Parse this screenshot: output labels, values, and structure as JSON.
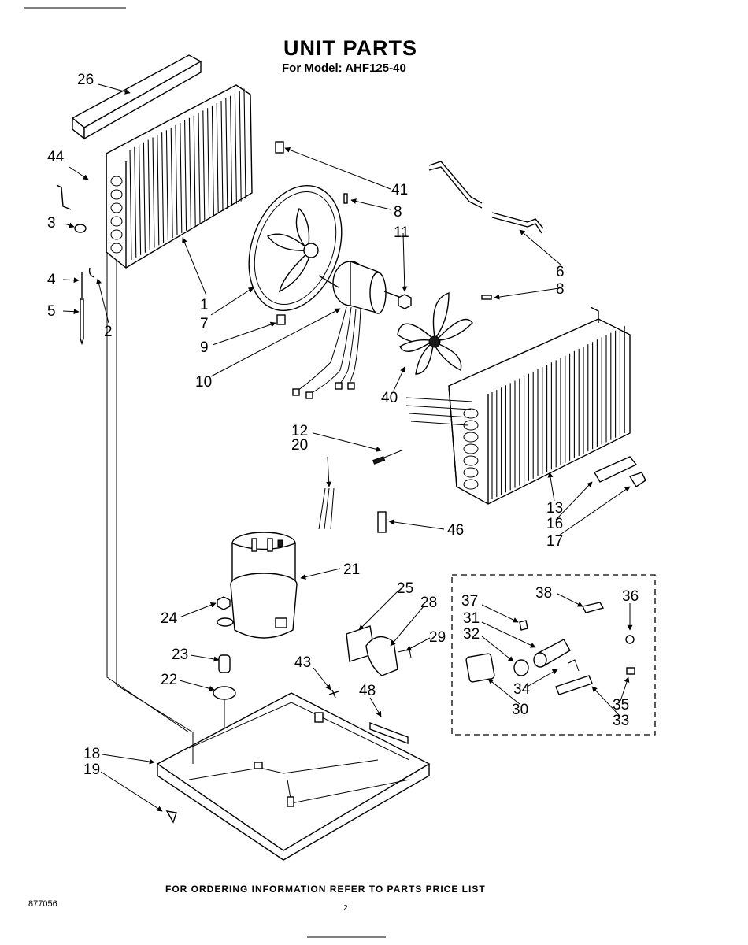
{
  "header": {
    "title": "UNIT PARTS",
    "subtitle": "For Model: AHF125-40"
  },
  "callouts": {
    "c26": "26",
    "c44": "44",
    "c3": "3",
    "c4": "4",
    "c5": "5",
    "c2": "2",
    "c1": "1",
    "c7": "7",
    "c9": "9",
    "c10": "10",
    "c41": "41",
    "c8a": "8",
    "c11": "11",
    "c6": "6",
    "c8b": "8",
    "c40": "40",
    "c12": "12",
    "c20": "20",
    "c13": "13",
    "c16": "16",
    "c17": "17",
    "c46": "46",
    "c21": "21",
    "c25": "25",
    "c28": "28",
    "c29": "29",
    "c24": "24",
    "c23": "23",
    "c22": "22",
    "c43": "43",
    "c48": "48",
    "c18": "18",
    "c19": "19",
    "c37": "37",
    "c38": "38",
    "c36": "36",
    "c31": "31",
    "c32": "32",
    "c34": "34",
    "c30": "30",
    "c35": "35",
    "c33": "33"
  },
  "footer": {
    "note": "FOR ORDERING INFORMATION REFER TO PARTS PRICE LIST",
    "doc_number": "877056",
    "page_number": "2"
  }
}
